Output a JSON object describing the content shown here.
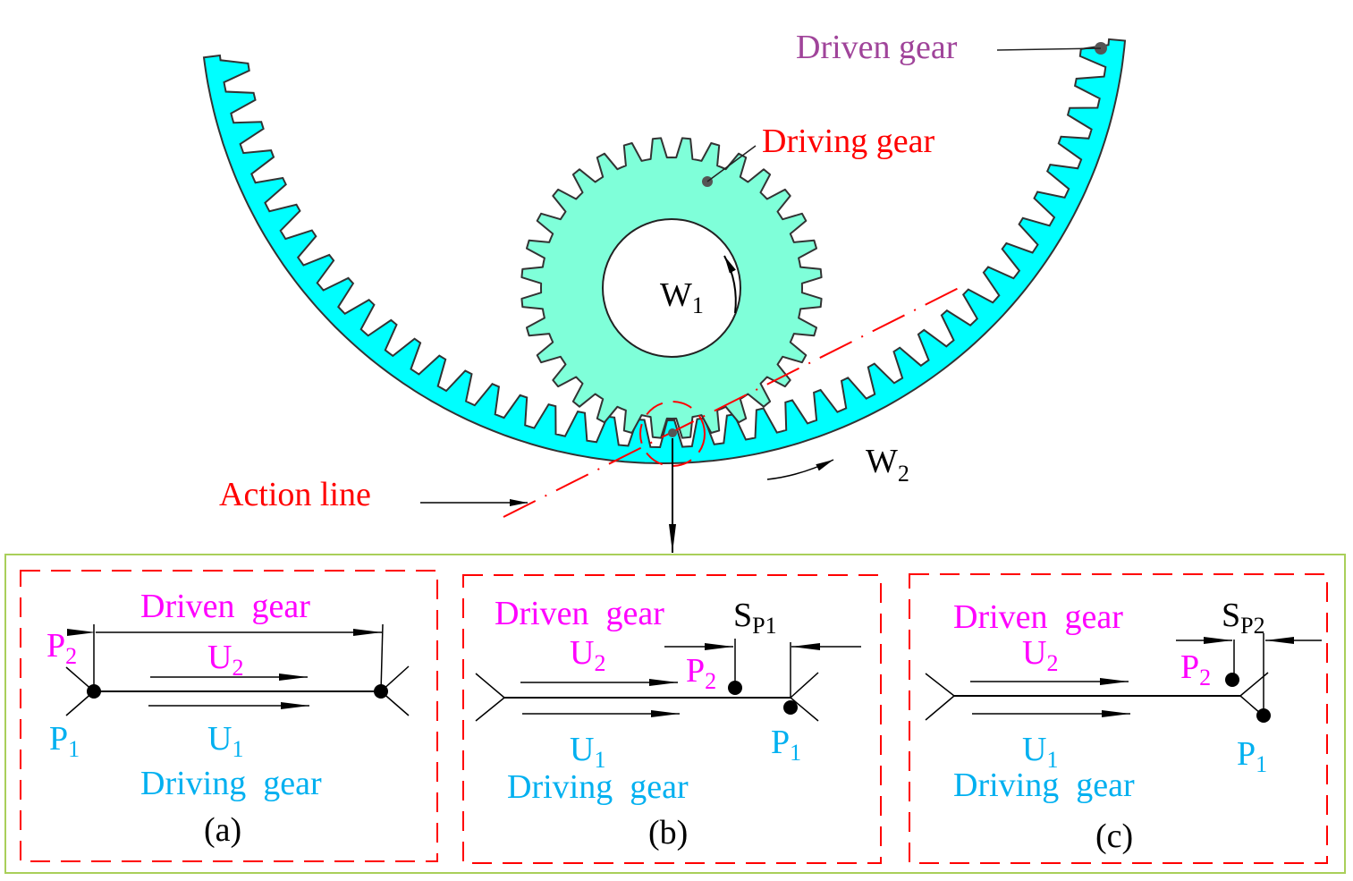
{
  "colors": {
    "ring_gear_fill": "#00ffff",
    "pinion_fill": "#7fffd9",
    "outline": "#333333",
    "red": "#ff0000",
    "magenta": "#ff00ff",
    "cyan_text": "#00b0f0",
    "driven_label": "#a0449a",
    "frame_green": "#a9cf5a",
    "black": "#000000"
  },
  "main": {
    "driven_gear_label": "Driven gear",
    "driving_gear_label": "Driving gear",
    "action_line_label": "Action line",
    "w1": {
      "base": "W",
      "sub": "1"
    },
    "w2": {
      "base": "W",
      "sub": "2"
    }
  },
  "panels": [
    {
      "id": "a",
      "caption": "(a)",
      "driven_label": "Driven  gear",
      "driving_label": "Driving  gear",
      "u2": {
        "base": "U",
        "sub": "2"
      },
      "u1": {
        "base": "U",
        "sub": "1"
      },
      "p2": {
        "base": "P",
        "sub": "2"
      },
      "p1": {
        "base": "P",
        "sub": "1"
      }
    },
    {
      "id": "b",
      "caption": "(b)",
      "driven_label": "Driven  gear",
      "driving_label": "Driving  gear",
      "u2": {
        "base": "U",
        "sub": "2"
      },
      "u1": {
        "base": "U",
        "sub": "1"
      },
      "p2": {
        "base": "P",
        "sub": "2"
      },
      "p1": {
        "base": "P",
        "sub": "1"
      },
      "s": {
        "base": "S",
        "sub": "P1"
      }
    },
    {
      "id": "c",
      "caption": "(c)",
      "driven_label": "Driven  gear",
      "driving_label": "Driving  gear",
      "u2": {
        "base": "U",
        "sub": "2"
      },
      "u1": {
        "base": "U",
        "sub": "1"
      },
      "p2": {
        "base": "P",
        "sub": "2"
      },
      "p1": {
        "base": "P",
        "sub": "1"
      },
      "s": {
        "base": "S",
        "sub": "P2"
      }
    }
  ]
}
